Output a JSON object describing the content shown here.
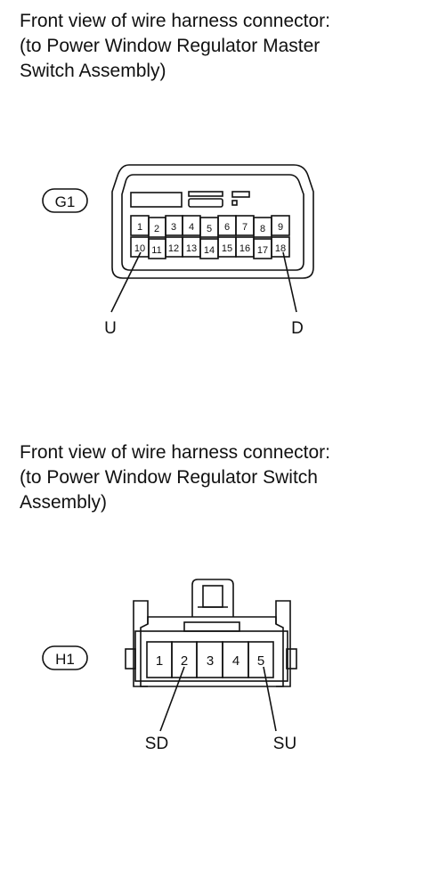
{
  "connectors": [
    {
      "caption": [
        "Front view of wire harness connector:",
        "(to Power Window Regulator Master",
        "Switch Assembly)"
      ],
      "code": "G1",
      "top_row": [
        "1",
        "2",
        "3",
        "4",
        "5",
        "6",
        "7",
        "8",
        "9"
      ],
      "bottom_row": [
        "10",
        "11",
        "12",
        "13",
        "14",
        "15",
        "16",
        "17",
        "18"
      ],
      "callouts": {
        "left": "U",
        "right": "D"
      }
    },
    {
      "caption": [
        "Front view of wire harness connector:",
        "(to Power Window Regulator Switch",
        "Assembly)"
      ],
      "code": "H1",
      "pins": [
        "1",
        "2",
        "3",
        "4",
        "5"
      ],
      "callouts": {
        "left": "SD",
        "right": "SU"
      }
    }
  ]
}
